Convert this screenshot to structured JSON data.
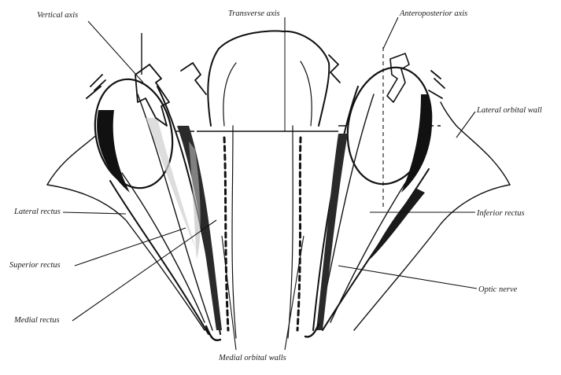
{
  "labels": {
    "vertical_axis": "Vertical axis",
    "transverse_axis": "Transverse axis",
    "anteroposterior_axis": "Anteroposterior axis",
    "lateral_orbital_wall": "Lateral orbital wall",
    "lateral_rectus": "Lateral rectus",
    "superior_rectus": "Superior rectus",
    "medial_rectus": "Medial rectus",
    "inferior_rectus": "Inferior rectus",
    "optic_nerve": "Optic nerve",
    "medial_orbital_walls": "Medial orbital walls"
  }
}
